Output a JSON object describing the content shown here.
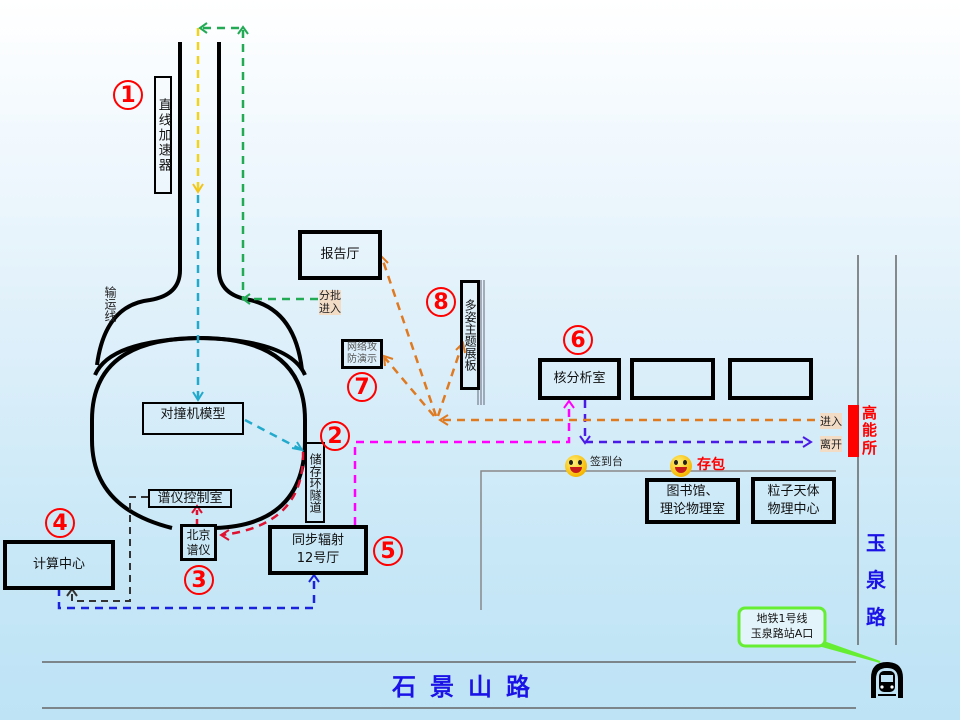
{
  "title": "园区参观路线图",
  "stations": [
    {
      "num": "1",
      "name": "直线加速器"
    },
    {
      "num": "2",
      "name": "储存环隧道"
    },
    {
      "num": "3",
      "name": "北京谱仪"
    },
    {
      "num": "4",
      "name": "计算中心"
    },
    {
      "num": "5",
      "name": "同步辐射12号厅"
    },
    {
      "num": "6",
      "name": "核分析室"
    },
    {
      "num": "7",
      "name": "网络攻防演示"
    },
    {
      "num": "8",
      "name": "多姿主题展板"
    }
  ],
  "buildings": {
    "linac": "直线加速器",
    "transport_line": "输运线",
    "collider_model": "对撞机模型",
    "storage_tunnel": "储存环隧道",
    "spectrometer_control": "谱仪控制室",
    "bes_line1": "北京",
    "bes_line2": "谱仪",
    "computing_center": "计算中心",
    "sr_line1": "同步辐射",
    "sr_line2": "12号厅",
    "report_hall": "报告厅",
    "cyber_line1": "网络攻",
    "cyber_line2": "防演示",
    "theme_board": "多姿主题展板",
    "nuclear_analysis": "核分析室",
    "library_line1": "图书馆、",
    "library_line2": "理论物理室",
    "particle_line1": "粒子天体",
    "particle_line2": "物理中心"
  },
  "labels": {
    "batch_enter_1": "分批",
    "batch_enter_2": "进入",
    "enter": "进入",
    "leave": "离开",
    "checkin": "签到台",
    "bag_storage": "存包",
    "ihep": "高能所",
    "subway_line1": "地铁1号线",
    "subway_line2": "玉泉路站A口"
  },
  "roads": {
    "shijingshan": "石景山路",
    "yuquan": "玉泉路"
  },
  "icons": {
    "checkin": "smiley-icon",
    "bag": "smiley-icon",
    "subway": "subway-train-icon"
  },
  "colors": {
    "station_number": "#ff0000",
    "road_text": "#1a12e6",
    "ihep_bar": "#ff0000",
    "route_enter": "#e07a20",
    "route_leave": "#4a1ae6",
    "route_magenta": "#ff00ff",
    "route_green": "#22aa55",
    "route_cyan": "#22aacc",
    "route_red": "#e01030",
    "route_blue": "#1a22dd",
    "callout_border": "#66ee33"
  }
}
